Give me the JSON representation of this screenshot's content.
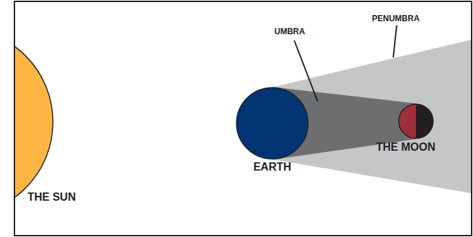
{
  "diagram": {
    "nodes": [
      {
        "text": [
          "THE SUN"
        ]
      },
      {
        "text": [
          "EARTH"
        ]
      },
      {
        "text": [
          "THE MOON"
        ]
      }
    ],
    "labels": [
      "UMBRA",
      "PENUMBRA"
    ]
  }
}
